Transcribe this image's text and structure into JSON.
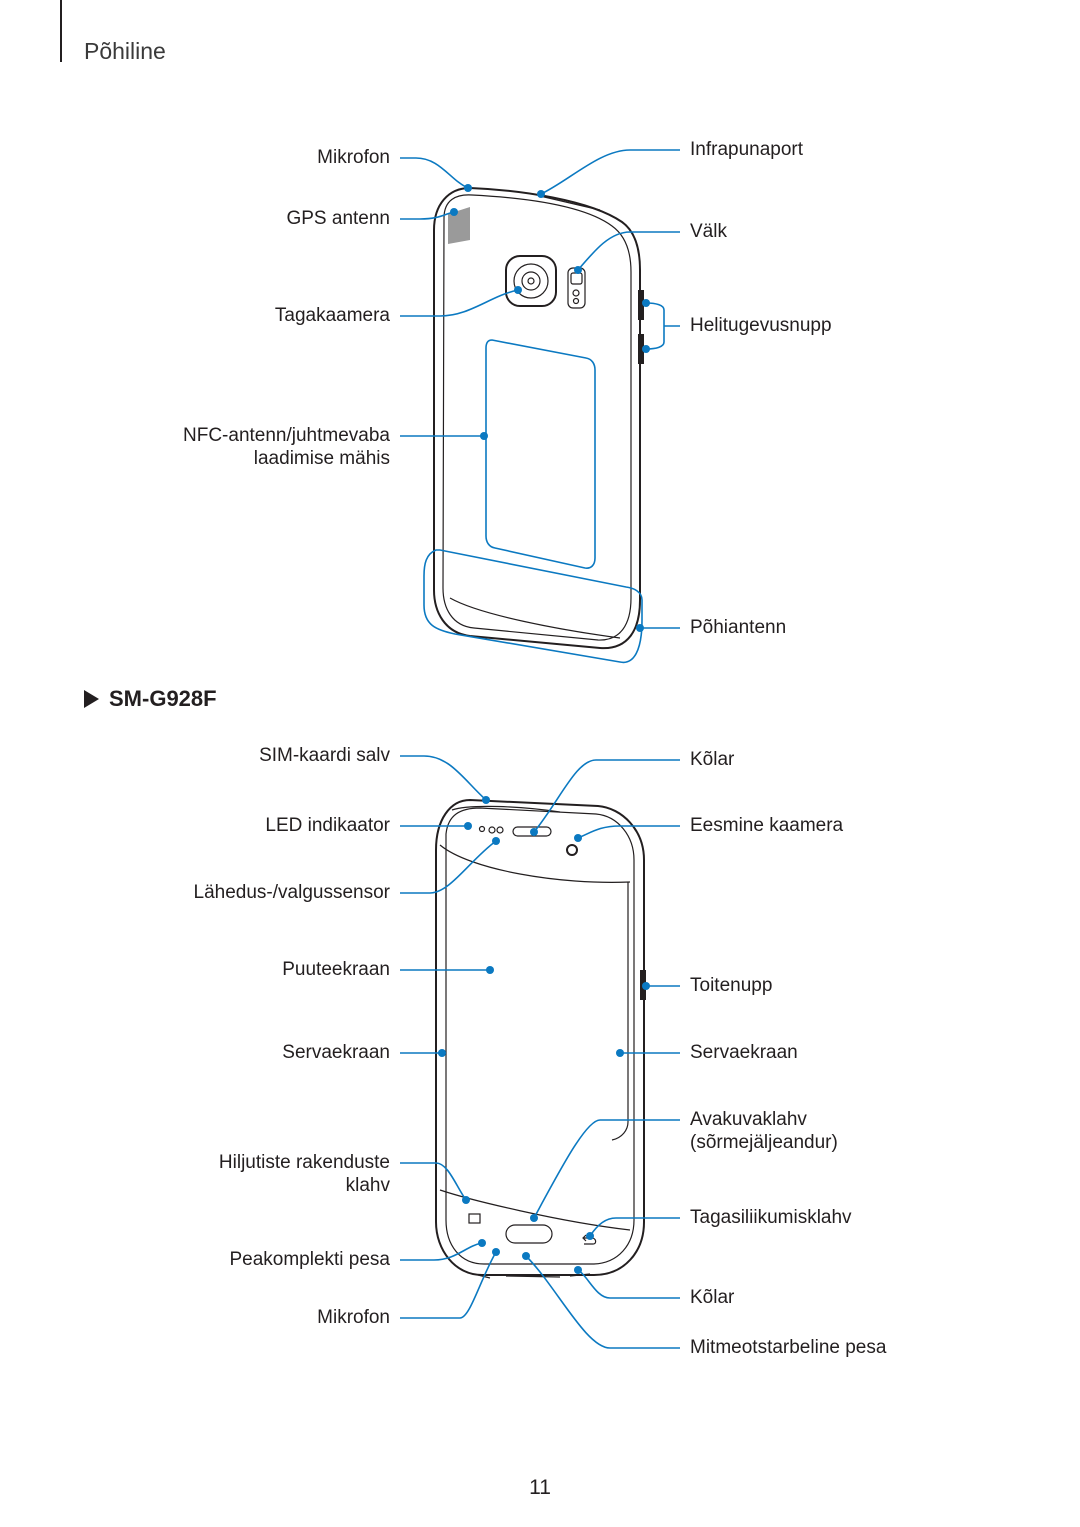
{
  "header": {
    "chapter": "Põhiline"
  },
  "back_view": {
    "labels": {
      "mikrofon": "Mikrofon",
      "gps_antenn": "GPS antenn",
      "tagakaamera": "Tagakaamera",
      "nfc_line1": "NFC-antenn/juhtmevaba",
      "nfc_line2": "laadimise mähis",
      "infrapunaport": "Infrapunaport",
      "valk": "Välk",
      "helitugevusnupp": "Helitugevusnupp",
      "pohiantenn": "Põhiantenn"
    }
  },
  "model": {
    "name": "SM-G928F"
  },
  "front_view": {
    "labels": {
      "sim_kaardi_salv": "SIM-kaardi salv",
      "led_indikaator": "LED indikaator",
      "lahedus_sensor": "Lähedus-/valgussensor",
      "puuteekraan": "Puuteekraan",
      "servaekraan_left": "Servaekraan",
      "hiljutiste_line1": "Hiljutiste rakenduste",
      "hiljutiste_line2": "klahv",
      "peakomplekti_pesa": "Peakomplekti pesa",
      "mikrofon": "Mikrofon",
      "kolar_top": "Kõlar",
      "eesmine_kaamera": "Eesmine kaamera",
      "toitenupp": "Toitenupp",
      "servaekraan_right": "Servaekraan",
      "avakuvaklahv_line1": "Avakuvaklahv",
      "avakuvaklahv_line2": "(sõrmejäljeandur)",
      "tagasiliikumisklahv": "Tagasiliikumisklahv",
      "kolar_bottom": "Kõlar",
      "mitmeotstarbeline_pesa": "Mitmeotstarbeline pesa"
    }
  },
  "footer": {
    "page_number": "11"
  },
  "colors": {
    "callout": "#0b79c1",
    "text": "#231f20"
  }
}
